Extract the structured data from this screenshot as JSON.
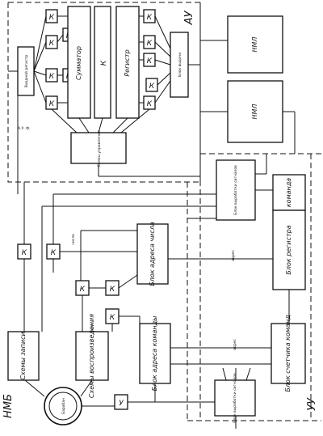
{
  "regions": {
    "arith_unit": "АУ",
    "memory_block": "НМБ",
    "control_unit": "УУ"
  },
  "au": {
    "adder": "Сумматор",
    "register": "Регистр",
    "k": "К",
    "input_register": "Входной регистр",
    "output_block": "Блок выдачи",
    "control_circuits": "Схемы управления",
    "au_label": "А.У. Ф."
  },
  "memory": {
    "nml_top": "НМЛ",
    "nml_bottom": "НМЛ"
  },
  "main": {
    "command_label": "команда",
    "register_block": "Блок регистра",
    "number_address_block": "Блок адреса числа",
    "command_address_block": "Блок адреса команды",
    "counter_block": "Блок счетчика команд",
    "signal_block": "Блок выработки сигналов",
    "write_circuits": "Схемы записи",
    "read_circuits": "Схемы воспроизведения",
    "drum": "Барабан",
    "amp": "У",
    "k": "К"
  },
  "annotations": {
    "number": "число",
    "addr_a": "адрес",
    "addr_b": "адрес"
  }
}
